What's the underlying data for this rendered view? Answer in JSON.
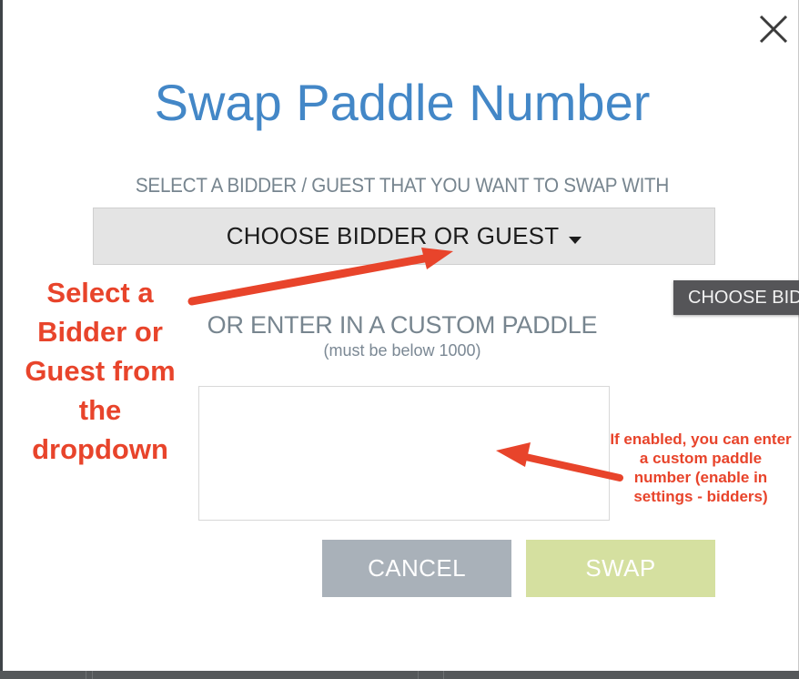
{
  "modal": {
    "title": "Swap Paddle Number",
    "close_icon": "close-x-icon",
    "select_label": "SELECT A BIDDER / GUEST THAT YOU WANT TO SWAP WITH",
    "dropdown": {
      "label": "CHOOSE BIDDER OR GUEST",
      "caret_icon": "caret-down-icon"
    },
    "tooltip": {
      "text": "CHOOSE BID"
    },
    "custom_paddle": {
      "heading": "OR ENTER IN A CUSTOM PADDLE",
      "subheading": "(must be below 1000)",
      "input_value": "",
      "input_placeholder": ""
    },
    "buttons": {
      "cancel": "CANCEL",
      "swap": "SWAP"
    }
  },
  "annotations": {
    "left_note": "Select a Bidder or Guest from the dropdown",
    "right_note": "If enabled, you can enter a custom paddle number (enable in settings - bidders)",
    "arrow_left_name": "red-arrow-to-dropdown",
    "arrow_right_name": "red-arrow-to-input"
  },
  "colors": {
    "title_blue": "#4387c7",
    "label_grey": "#77858f",
    "annotation_red": "#e8442b",
    "dropdown_bg": "#e4e4e4",
    "cancel_bg": "#a9b1b9",
    "swap_bg": "#d5e0a0",
    "tooltip_bg": "#555558"
  }
}
